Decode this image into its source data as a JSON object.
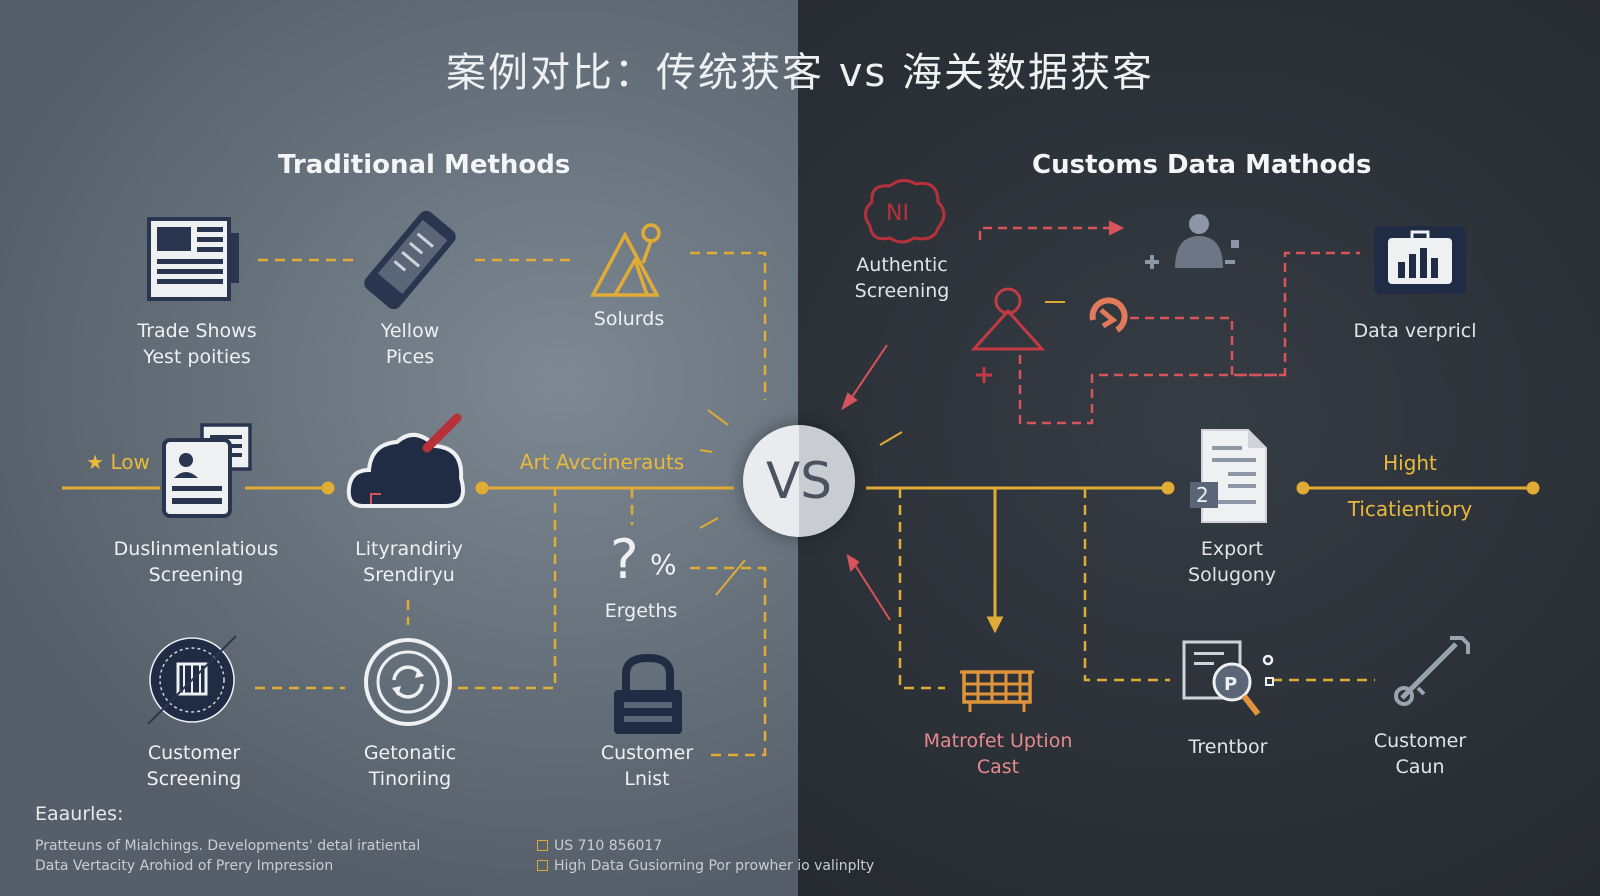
{
  "title": "案例对比：传统获客 vs 海关数据获客",
  "left_heading": "Traditional Methods",
  "right_heading": "Customs Data Mathods",
  "vs_label": "VS",
  "left": {
    "trade_shows": "Trade Shows\nYest poities",
    "yellow_pages": "Yellow\nPices",
    "sources": "Solurds",
    "low": "Low",
    "doc_screening": "Duslinmenlatious\nScreening",
    "lityranding": "Lityrandiriy\nSrendiryu",
    "art_label": "Art Avccinerauts",
    "ergeths": "Ergeths",
    "customer_screening": "Customer\nScreening",
    "getonatic": "Getonatic\nTinoriing",
    "customer_lnist": "Customer\nLnist"
  },
  "right": {
    "authentic": "Authentic\nScreening",
    "data_verpricl": "Data verpricl",
    "hight": "Hight",
    "ticatientiory": "Ticatientiory",
    "export": "Export\nSolugony",
    "matrofet": "Matrofet Uption\nCast",
    "trentbor": "Trentbor",
    "customer_caun": "Customer\nCaun"
  },
  "features": {
    "heading": "Eaaurles:",
    "line1": "Pratteuns of Mialchings.  Developments' detal iratiental",
    "line2": "Data Vertacity Arohiod of Prery Impression",
    "item1": "US 710 856017",
    "item2": "High Data Gusiorning Por prowher io valinplty"
  },
  "colors": {
    "gold": "#e9b93c",
    "red": "#d9545a",
    "navy": "#2a3650"
  },
  "icons": [
    "newspaper-icon",
    "phone-icon",
    "mountain-icon",
    "id-card-icon",
    "cloud-icon",
    "question-percent-icon",
    "seal-icon",
    "circle-arrows-icon",
    "lock-icon",
    "brain-icon",
    "person-icon",
    "chart-icon",
    "warning-icon",
    "refresh-icon",
    "document-icon",
    "grid-icon",
    "magnifier-icon",
    "wrench-icon"
  ]
}
